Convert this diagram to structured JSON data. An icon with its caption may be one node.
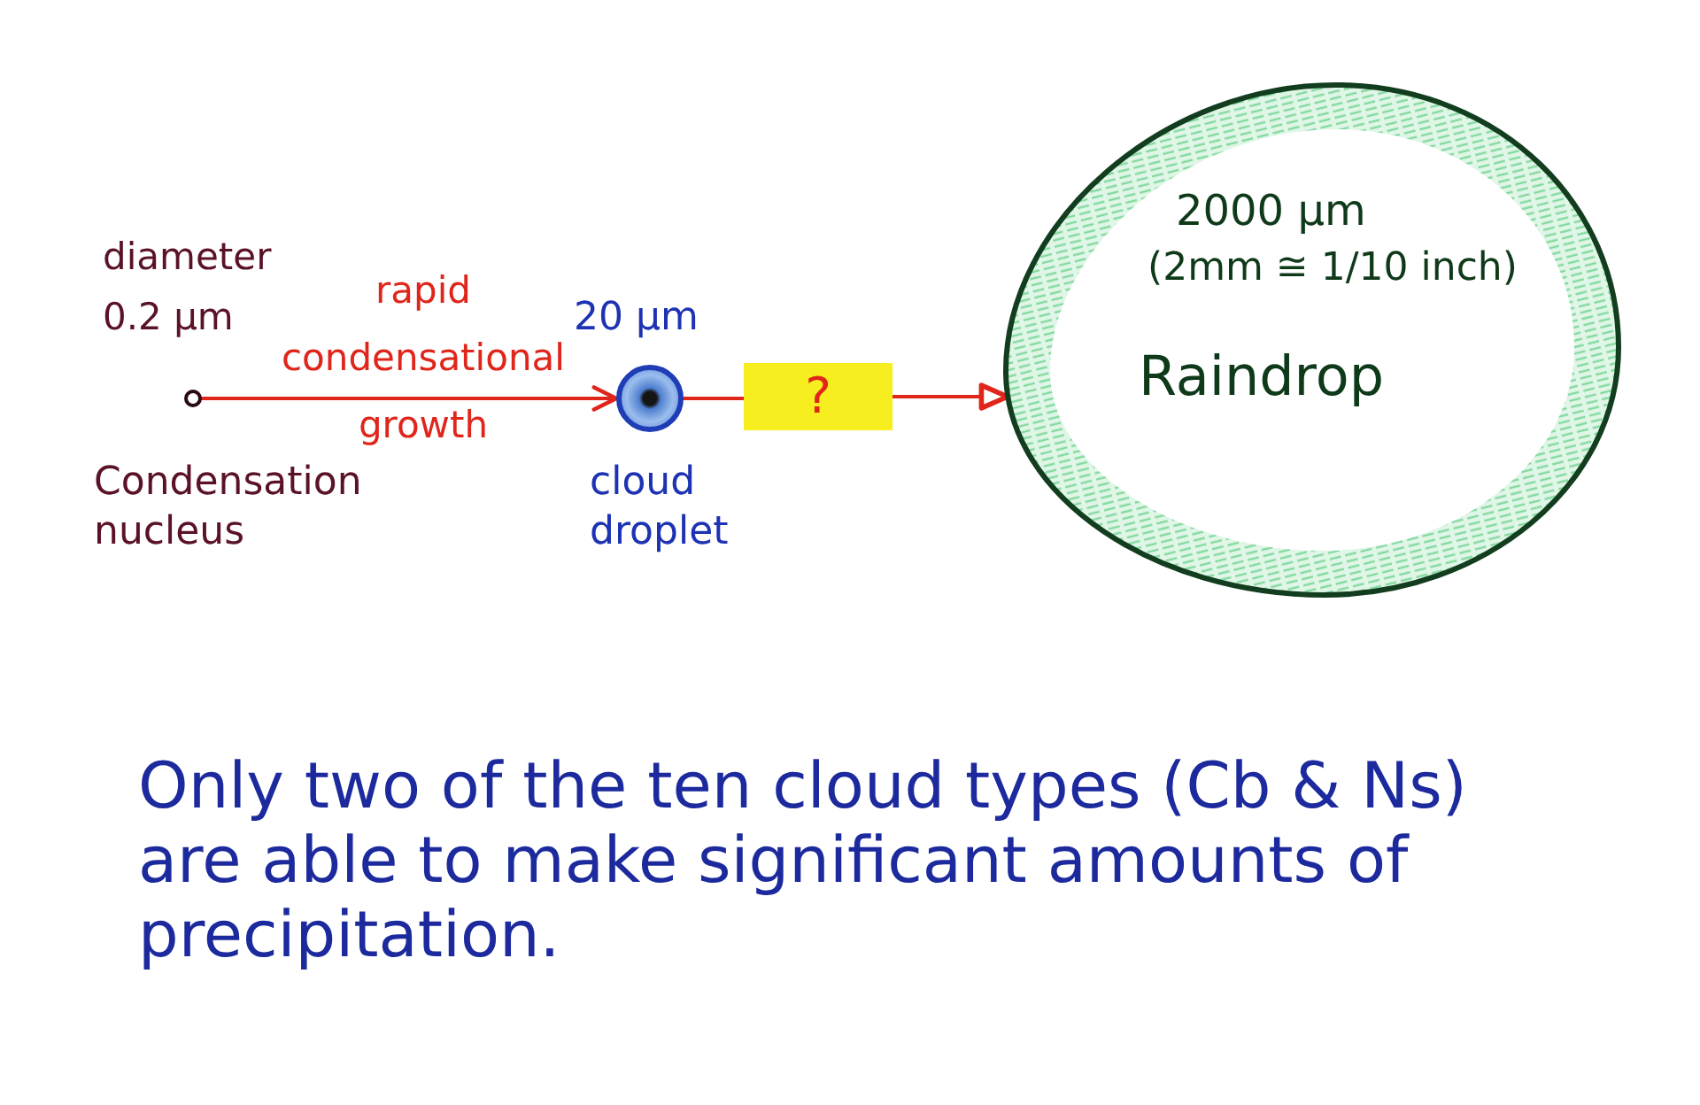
{
  "diagram": {
    "nodes": [
      {
        "text": [],
        "shape": "circle",
        "beside": [
          "diameter 0.2 µm",
          "Condensation nucleus"
        ]
      },
      {
        "text": [],
        "shape": "circle",
        "beside": [
          "20 µm",
          "cloud droplet"
        ]
      },
      {
        "text": [
          "?"
        ]
      },
      {
        "text": [
          "2000 µm",
          "(2mm ≅ 1/10 inch)",
          "Raindrop"
        ]
      }
    ],
    "edges": [
      {
        "from": 0,
        "to": 1,
        "arrow": "to",
        "label": "rapid condensational growth"
      },
      {
        "from": 1,
        "to": 2,
        "arrow": "none"
      },
      {
        "from": 2,
        "to": 3,
        "arrow": "to"
      }
    ],
    "labels": [
      "Only two of the ten cloud types (Cb & Ns) are able to make significant amounts of precipitation."
    ]
  }
}
